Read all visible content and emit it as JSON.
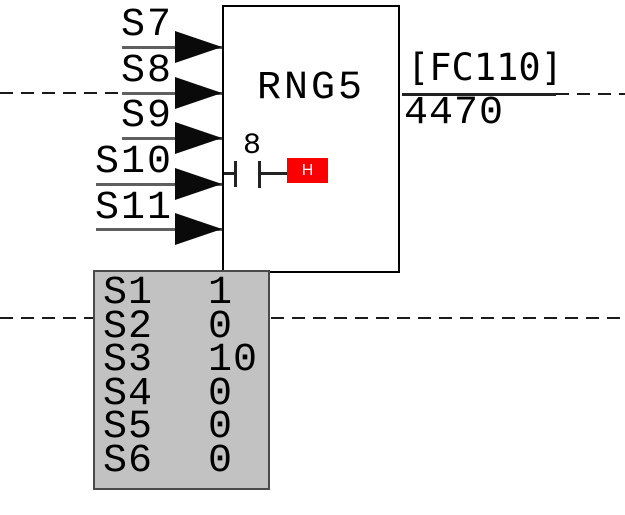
{
  "block": {
    "title": "RNG5"
  },
  "inputs": [
    {
      "label": "S7"
    },
    {
      "label": "S8"
    },
    {
      "label": "S9"
    },
    {
      "label": "S10"
    },
    {
      "label": "S11"
    }
  ],
  "output": {
    "label": "[FC110]",
    "value": "4470"
  },
  "bus": {
    "width_label": "8",
    "display_mode": "H"
  },
  "watch_table": {
    "rows": [
      {
        "name": "S1",
        "value": "1"
      },
      {
        "name": "S2",
        "value": "0"
      },
      {
        "name": "S3",
        "value": "10"
      },
      {
        "name": "S4",
        "value": "0"
      },
      {
        "name": "S5",
        "value": "0"
      },
      {
        "name": "S6",
        "value": "0"
      }
    ]
  },
  "colors": {
    "highlight_red": "#fa0000",
    "table_bg": "#c2c2c2",
    "wire_gray": "#5f5f5f",
    "line_black": "#1a1a1a"
  }
}
